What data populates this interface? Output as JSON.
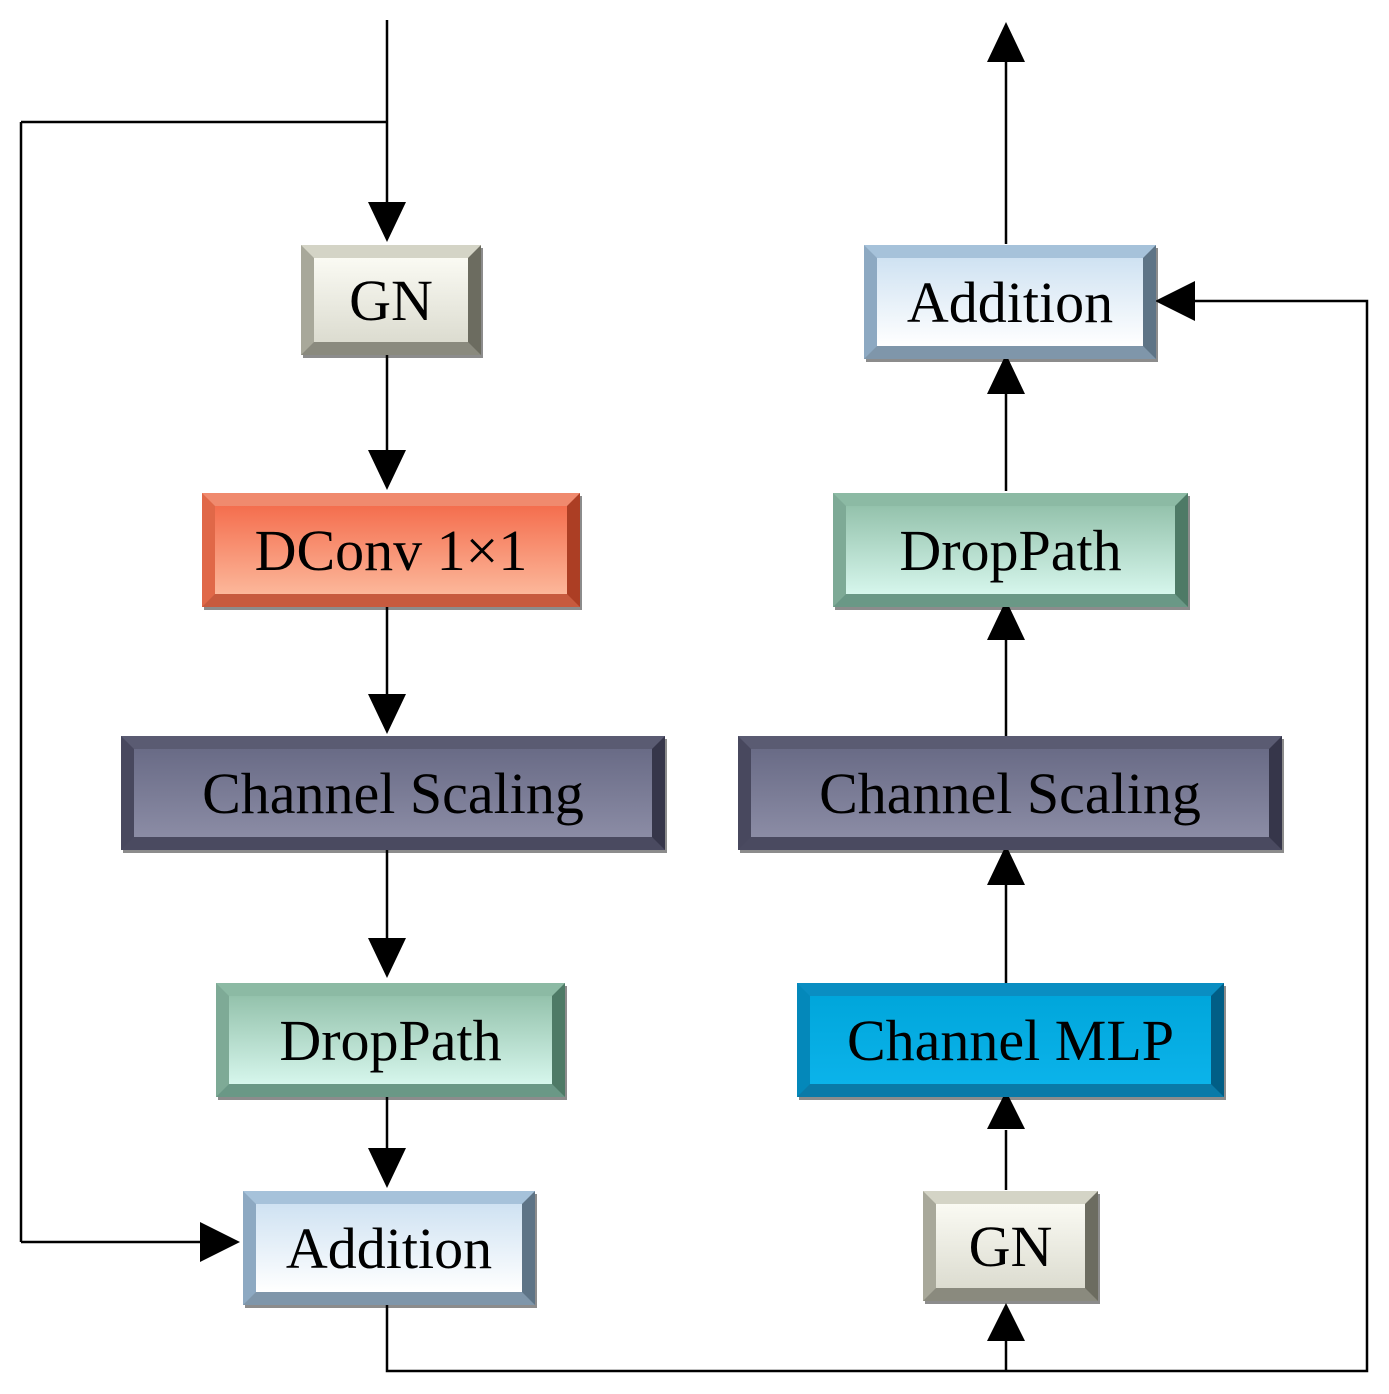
{
  "left_column": {
    "gn": "GN",
    "dconv": "DConv 1×1",
    "channel_scaling": "Channel Scaling",
    "droppath": "DropPath",
    "addition": "Addition"
  },
  "right_column": {
    "gn": "GN",
    "channel_mlp": "Channel MLP",
    "channel_scaling": "Channel Scaling",
    "droppath": "DropPath",
    "addition": "Addition"
  },
  "colors": {
    "gn": "#e8e8dc",
    "addition": "#cfe2f2",
    "dconv": "#f46e4e",
    "channel_scaling": "#696b86",
    "droppath": "#94c2ac",
    "channel_mlp": "#00a6db"
  }
}
